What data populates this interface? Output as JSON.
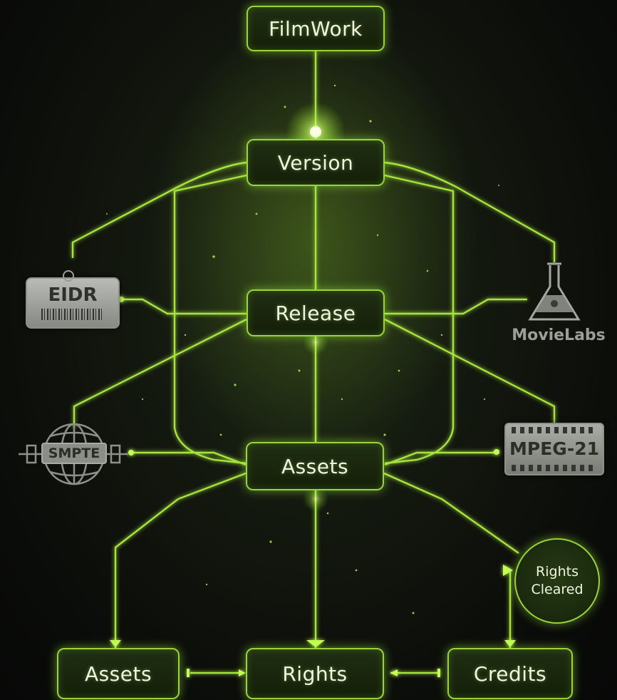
{
  "nodes": {
    "filmwork": "FilmWork",
    "version": "Version",
    "release": "Release",
    "assets": "Assets",
    "bottom_assets": "Assets",
    "bottom_rights": "Rights",
    "bottom_credits": "Credits"
  },
  "badges": {
    "eidr": "EIDR",
    "movielabs": "MovieLabs",
    "smpte": "SMPTE",
    "mpeg": "MPEG-21",
    "rights_cleared_line1": "Rights",
    "rights_cleared_line2": "Cleared"
  },
  "colors": {
    "accent": "#9bd33a",
    "glow": "#b8ff4a",
    "background": "#0f130c",
    "logo_gray": "#9b9f97"
  },
  "icons": {
    "eidr": "barcode-tag-icon",
    "movielabs": "flask-icon",
    "smpte": "globe-icon",
    "mpeg": "film-strip-icon"
  }
}
